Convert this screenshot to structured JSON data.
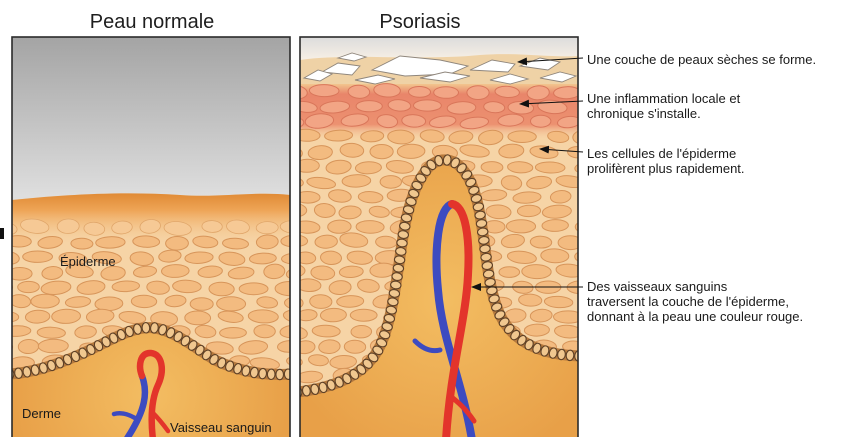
{
  "titles": {
    "normal": "Peau normale",
    "psoriasis": "Psoriasis"
  },
  "normal_labels": {
    "epidermis": "Épiderme",
    "dermis": "Derme",
    "vessel": "Vaisseau sanguin"
  },
  "annotations": [
    {
      "lines": [
        "Une couche de peaux sèches se forme."
      ]
    },
    {
      "lines": [
        "Une inflammation locale et",
        "chronique s'installe."
      ]
    },
    {
      "lines": [
        "Les cellules de l'épiderme",
        "prolifèrent plus rapidement."
      ]
    },
    {
      "lines": [
        "Des vaisseaux sanguins",
        "traversent la couche de l'épiderme,",
        "donnant à la peau une couleur rouge."
      ]
    }
  ],
  "colors": {
    "dermis": "#e8a048",
    "dermis-light": "#f3bd62",
    "epidermis": "#f6d4a6",
    "cell": "#f3bb80",
    "inflammation": "#e9856a",
    "artery": "#e3342b",
    "vein": "#3d4bc0"
  }
}
